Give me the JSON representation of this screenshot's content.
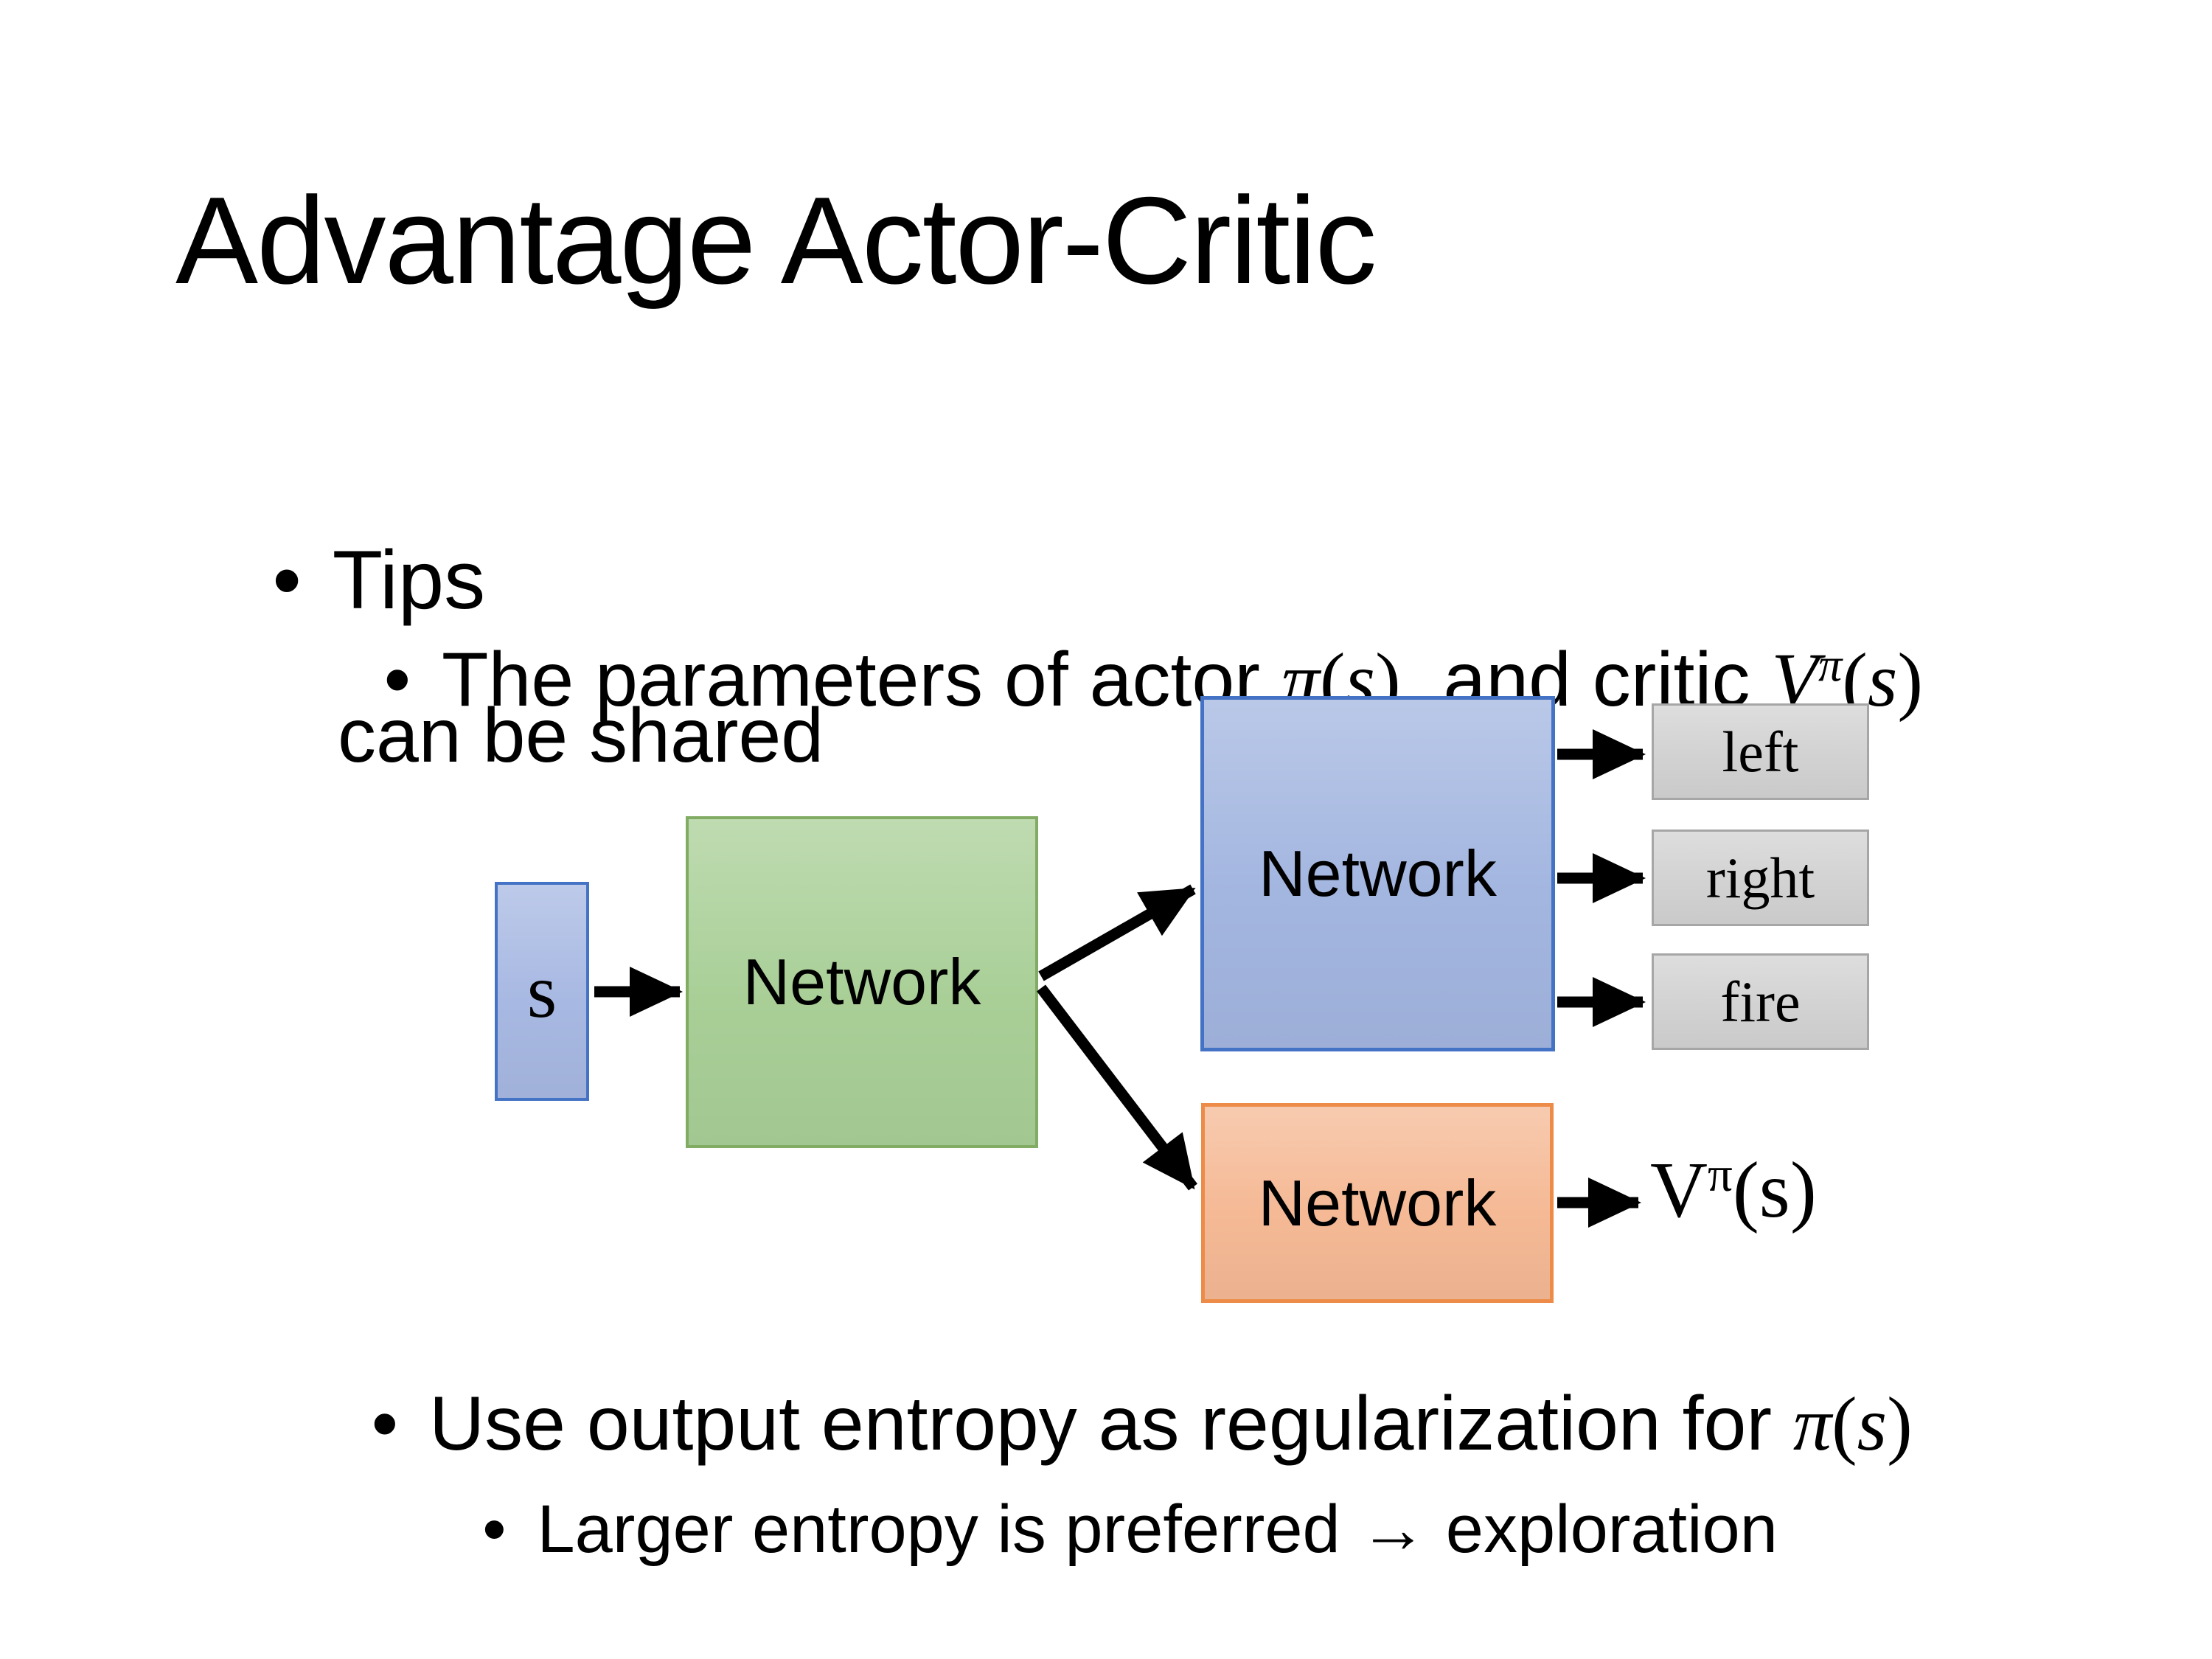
{
  "slide": {
    "title": "Advantage Actor-Critic",
    "background": "#ffffff"
  },
  "bullets": {
    "marker": "•",
    "tips": "Tips",
    "b2_line1_pre": "The parameters of actor ",
    "b2_line1_mid": "  and critic ",
    "b2_line2": "can be shared",
    "b3_pre": "Use output entropy as regularization for ",
    "b4": "Larger entropy is preferred → exploration"
  },
  "math": {
    "V": "V",
    "pi": "π",
    "s": "s",
    "lp": "(",
    "rp": ")"
  },
  "diagram": {
    "input_label": "s",
    "shared_network_label": "Network",
    "actor_network_label": "Network",
    "critic_network_label": "Network",
    "actions": [
      "left",
      "right",
      "fire"
    ],
    "colors": {
      "input_fill": "#a7b8e2",
      "input_border": "#4472c4",
      "shared_fill": "#a9cf97",
      "shared_border": "#82ab63",
      "actor_fill": "#a3b6e0",
      "actor_border": "#4472c4",
      "critic_fill": "#f5b995",
      "critic_border": "#ed8c48",
      "action_fill": "#d2d2d2",
      "action_border": "#a6a6a6",
      "arrow": "#000000"
    }
  }
}
